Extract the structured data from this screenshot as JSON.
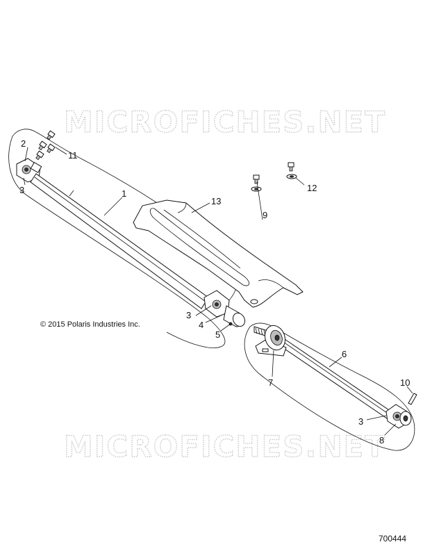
{
  "watermark": "MICROFICHES.NET",
  "copyright": "© 2015 Polaris Industries Inc.",
  "reference_number": "700444",
  "callouts": [
    {
      "id": "c2",
      "text": "2"
    },
    {
      "id": "c11",
      "text": "11"
    },
    {
      "id": "c3a",
      "text": "3"
    },
    {
      "id": "c1",
      "text": "1"
    },
    {
      "id": "c13",
      "text": "13"
    },
    {
      "id": "c9",
      "text": "9"
    },
    {
      "id": "c12",
      "text": "12"
    },
    {
      "id": "c3b",
      "text": "3"
    },
    {
      "id": "c4",
      "text": "4"
    },
    {
      "id": "c5",
      "text": "5"
    },
    {
      "id": "c6",
      "text": "6"
    },
    {
      "id": "c7",
      "text": "7"
    },
    {
      "id": "c10",
      "text": "10"
    },
    {
      "id": "c3c",
      "text": "3"
    },
    {
      "id": "c8",
      "text": "8"
    }
  ]
}
